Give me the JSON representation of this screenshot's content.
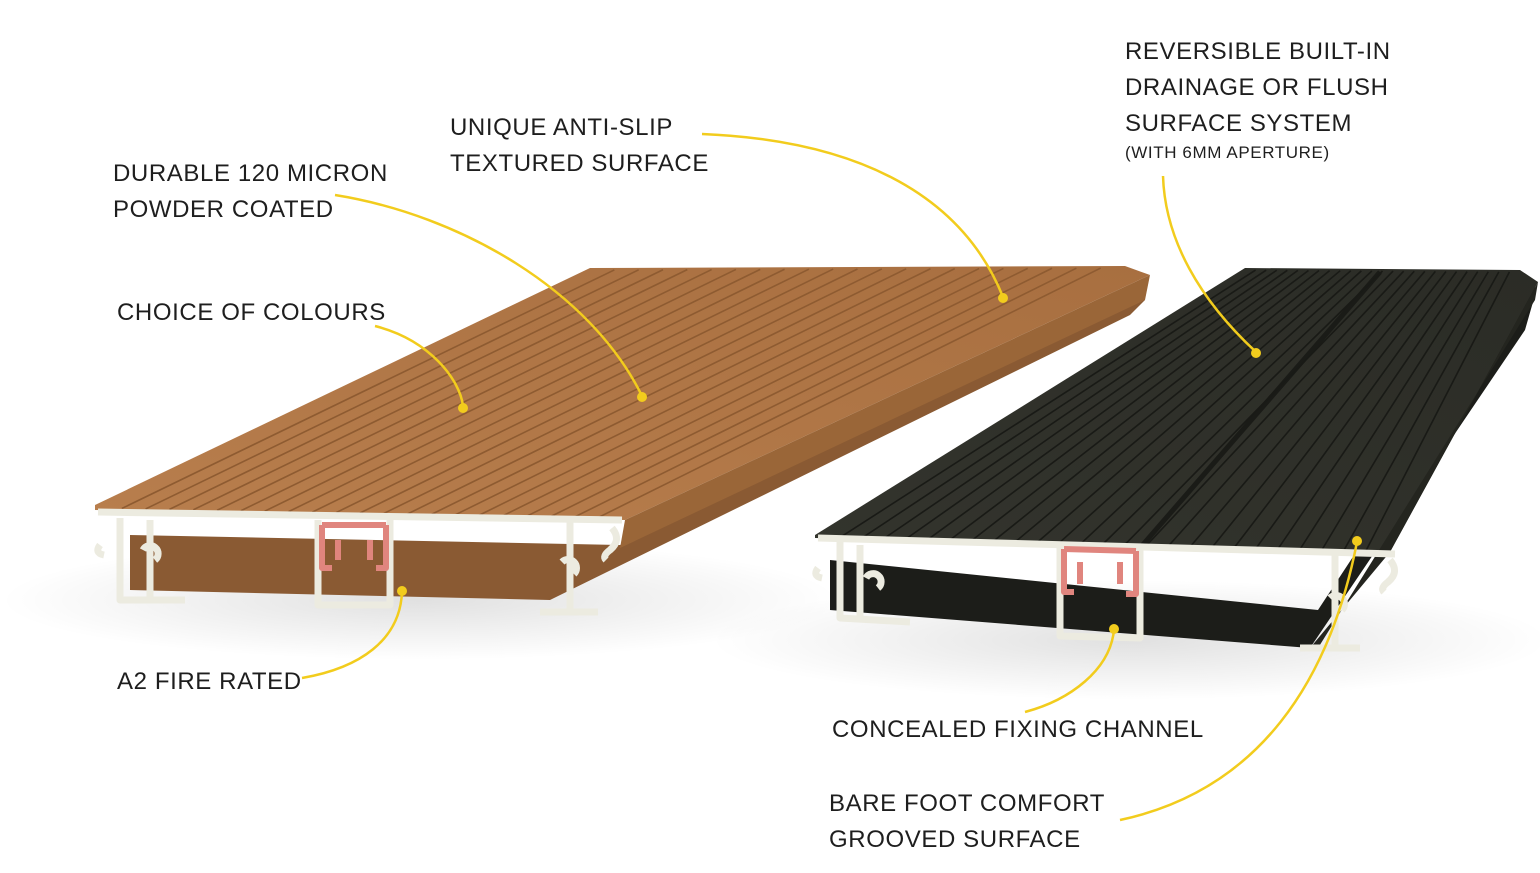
{
  "colors": {
    "callout": "#f2cc1d",
    "text": "#1e1e1e",
    "board_brown": "#b57c4c",
    "board_brown_dark": "#8a5a33",
    "board_dark": "#2f302a",
    "board_dark_edge": "#1c1d19",
    "profile_metal": "#ecebe0",
    "fixing_insert": "#e0857e"
  },
  "labels": {
    "durable": [
      "DURABLE 120 MICRON",
      "POWDER COATED"
    ],
    "anti_slip": [
      "UNIQUE ANTI-SLIP",
      "TEXTURED SURFACE"
    ],
    "colours": "CHOICE OF COLOURS",
    "reversible": [
      "REVERSIBLE BUILT-IN",
      "DRAINAGE OR FLUSH",
      "SURFACE SYSTEM"
    ],
    "reversible_sub": "(WITH 6MM APERTURE)",
    "fire": "A2 FIRE RATED",
    "fixing": "CONCEALED FIXING CHANNEL",
    "barefoot": [
      "BARE FOOT COMFORT",
      "GROOVED SURFACE"
    ]
  },
  "products": [
    {
      "name": "brown-decking-board",
      "color": "brown"
    },
    {
      "name": "dark-decking-board",
      "color": "dark"
    }
  ]
}
